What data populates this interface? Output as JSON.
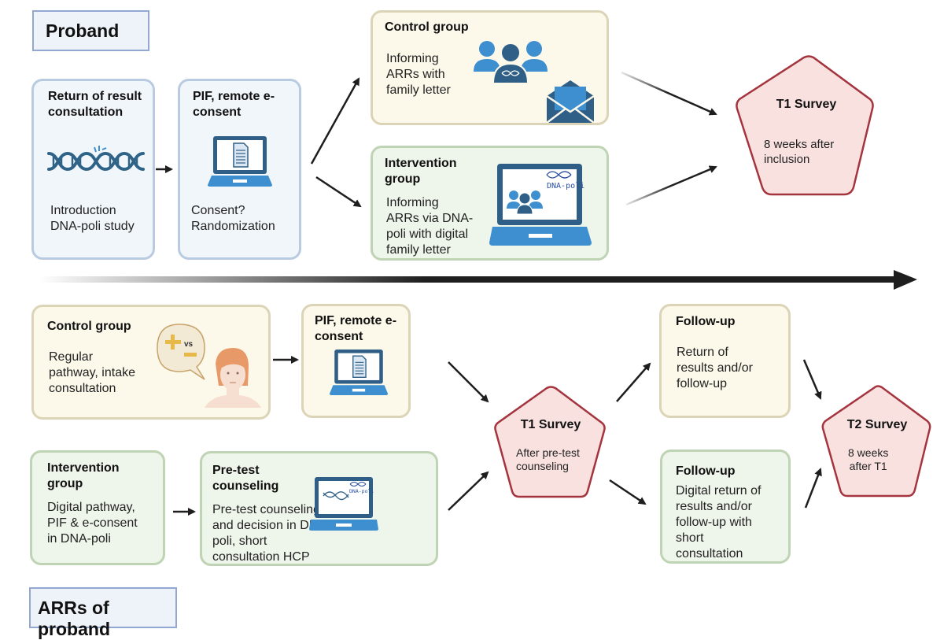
{
  "labels": {
    "proband": "Proband",
    "arrs": "ARRs of proband"
  },
  "proband": {
    "return_box": {
      "title_1": "Return of result",
      "title_2": "consultation",
      "body_1": "Introduction",
      "body_2": "DNA-poli study",
      "icon": "dna-icon"
    },
    "pif_box": {
      "title_1": "PIF, remote e-",
      "title_2": "consent",
      "body_1": "Consent?",
      "body_2": "Randomization",
      "icon": "laptop-document-icon"
    },
    "control_box": {
      "title": "Control group",
      "body_1": "Informing",
      "body_2": "ARRs with",
      "body_3": "family letter",
      "icons": [
        "family-group-icon",
        "envelope-icon"
      ]
    },
    "intervention_box": {
      "title_1": "Intervention",
      "title_2": "group",
      "body_1": "Informing",
      "body_2": "ARRs via DNA-",
      "body_3": "poli with digital",
      "body_4": "family letter",
      "icon": "laptop-dna-poli-icon",
      "logo_text": "DNA-poli"
    },
    "t1_survey": {
      "title": "T1 Survey",
      "body_1": "8 weeks after",
      "body_2": "inclusion"
    }
  },
  "arrs": {
    "control_box": {
      "title": "Control group",
      "body_1": "Regular",
      "body_2": "pathway, intake",
      "body_3": "consultation",
      "bubble_vs": "vs",
      "icon": "person-pros-cons-icon"
    },
    "pif_box": {
      "title_1": "PIF, remote e-",
      "title_2": "consent",
      "icon": "laptop-document-icon"
    },
    "intervention_box": {
      "title_1": "Intervention",
      "title_2": "group",
      "body_1": "Digital pathway,",
      "body_2": "PIF & e-consent",
      "body_3": "in DNA-poli"
    },
    "pretest_box": {
      "title_1": "Pre-test",
      "title_2": "counseling",
      "body_1": "Pre-test counseling",
      "body_2": "and decision in DNA-",
      "body_3": "poli, short",
      "body_4": "consultation HCP",
      "logo_text": "DNA-poli",
      "icon": "laptop-dna-poli-icon"
    },
    "t1_survey": {
      "title": "T1 Survey",
      "body_1": "After pre-test",
      "body_2": "counseling"
    },
    "followup_control": {
      "title": "Follow-up",
      "body_1": "Return of",
      "body_2": "results and/or",
      "body_3": "follow-up"
    },
    "followup_intervention": {
      "title": "Follow-up",
      "body_1": "Digital return of",
      "body_2": "results and/or",
      "body_3": "follow-up with",
      "body_4": "short",
      "body_5": "consultation"
    },
    "t2_survey": {
      "title": "T2 Survey",
      "body_1": "8 weeks",
      "body_2": "after T1"
    }
  },
  "colors": {
    "icon_light_blue": "#3d8fcf",
    "icon_dark_blue": "#2f5f86",
    "survey_fill": "#f9e1e0",
    "survey_border": "#a4343e",
    "accent_yellow": "#e6b94a",
    "timeline": "#1e1e1e"
  }
}
